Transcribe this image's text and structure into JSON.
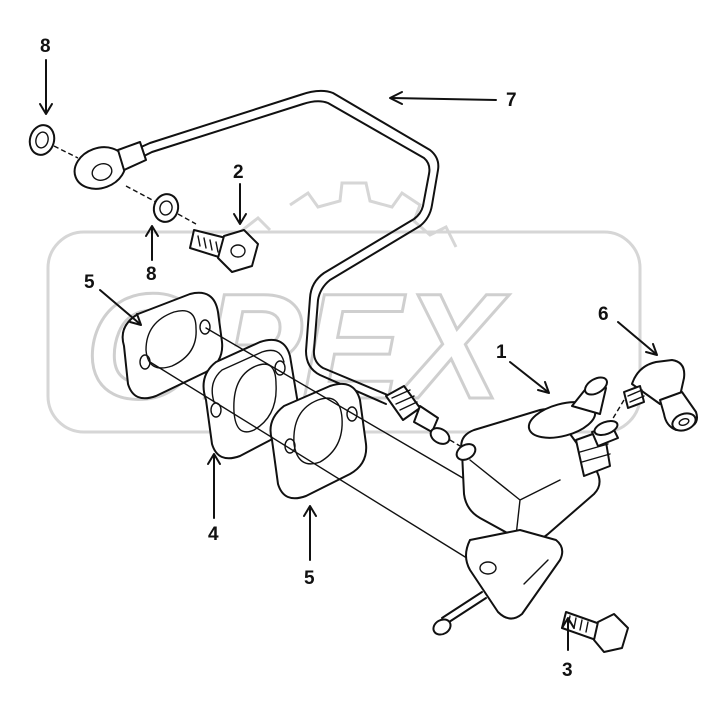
{
  "corner_note": "",
  "watermark": {
    "text": "OPEX"
  },
  "callouts": [
    {
      "id": "8a",
      "label": "8"
    },
    {
      "id": "7",
      "label": "7"
    },
    {
      "id": "2",
      "label": "2"
    },
    {
      "id": "8b",
      "label": "8"
    },
    {
      "id": "5a",
      "label": "5"
    },
    {
      "id": "6",
      "label": "6"
    },
    {
      "id": "1",
      "label": "1"
    },
    {
      "id": "4",
      "label": "4"
    },
    {
      "id": "5b",
      "label": "5"
    },
    {
      "id": "3",
      "label": "3"
    }
  ],
  "parts": [
    {
      "name": "sealing-washer"
    },
    {
      "name": "fuel-pipe"
    },
    {
      "name": "banjo-bolt"
    },
    {
      "name": "sealing-washer"
    },
    {
      "name": "gasket"
    },
    {
      "name": "elbow-fitting"
    },
    {
      "name": "fuel-pump"
    },
    {
      "name": "spacer"
    },
    {
      "name": "gasket"
    },
    {
      "name": "mounting-bolt"
    }
  ],
  "colors": {
    "ink": "#111111",
    "watermark": "#d0d0d0",
    "background": "#ffffff"
  }
}
